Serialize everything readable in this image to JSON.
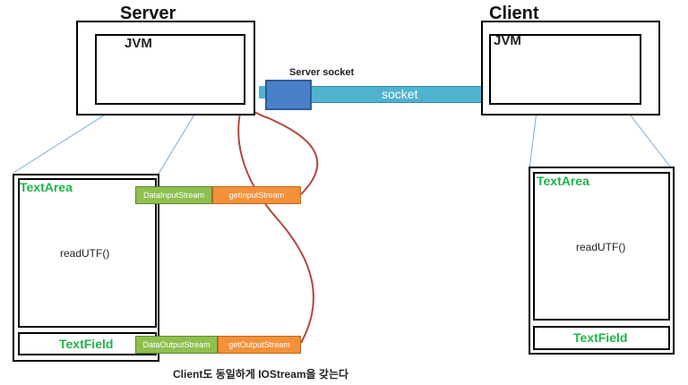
{
  "server": {
    "title": "Server",
    "jvm_label": "JVM",
    "socket_label": "Server socket",
    "textarea_label": "TextArea",
    "textarea_content": "readUTF()",
    "textfield_label": "TextField",
    "input_stream": {
      "class_label": "DataInputStream",
      "method_label": "getInputStream"
    },
    "output_stream": {
      "class_label": "DataOutputStream",
      "method_label": "getOutputStream"
    }
  },
  "client": {
    "title": "Client",
    "jvm_label": "JVM",
    "textarea_label": "TextArea",
    "textarea_content": "readUTF()",
    "textfield_label": "TextField"
  },
  "socket_label": "socket",
  "caption": "Client도 동일하게 IOStream을 갖는다",
  "colors": {
    "socket_pipe": "#4fb3cf",
    "server_socket_block": "#4a7fc9",
    "stream_class": "#8fbf4f",
    "stream_method": "#f2913a",
    "curve": "#b5473a",
    "connector": "#7aaad6",
    "label_green": "#1fb34a"
  }
}
